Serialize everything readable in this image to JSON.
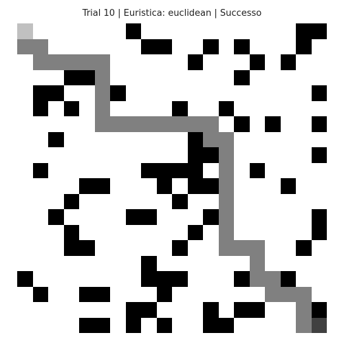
{
  "title": "Trial 10 | Euristica: euclidean | Successo",
  "grid": {
    "rows": 20,
    "cols": 20,
    "legend_codes": {
      "free": 0,
      "wall": 1,
      "path": 2,
      "start": 3,
      "goal": 4
    },
    "colors": {
      "free": "#ffffff",
      "wall": "#000000",
      "path": "#808080",
      "start": "#c0c0c0",
      "goal": "#404040"
    },
    "cells": [
      [
        3,
        0,
        0,
        0,
        0,
        0,
        0,
        1,
        0,
        0,
        0,
        0,
        0,
        0,
        0,
        0,
        0,
        0,
        1,
        1
      ],
      [
        2,
        2,
        0,
        0,
        0,
        0,
        0,
        0,
        1,
        1,
        0,
        0,
        1,
        0,
        1,
        0,
        0,
        0,
        1,
        0
      ],
      [
        0,
        2,
        2,
        2,
        2,
        2,
        0,
        0,
        0,
        0,
        0,
        1,
        0,
        0,
        0,
        1,
        0,
        1,
        0,
        0
      ],
      [
        0,
        0,
        0,
        1,
        1,
        2,
        0,
        0,
        0,
        0,
        0,
        0,
        0,
        0,
        1,
        0,
        0,
        0,
        0,
        0
      ],
      [
        0,
        1,
        1,
        0,
        0,
        2,
        1,
        0,
        0,
        0,
        0,
        0,
        0,
        0,
        0,
        0,
        0,
        0,
        0,
        1
      ],
      [
        0,
        1,
        0,
        1,
        0,
        2,
        0,
        0,
        0,
        0,
        1,
        0,
        0,
        1,
        0,
        0,
        0,
        0,
        0,
        0
      ],
      [
        0,
        0,
        0,
        0,
        0,
        2,
        2,
        2,
        2,
        2,
        2,
        2,
        2,
        0,
        1,
        0,
        1,
        0,
        0,
        1
      ],
      [
        0,
        0,
        1,
        0,
        0,
        0,
        0,
        0,
        0,
        0,
        0,
        1,
        2,
        2,
        0,
        0,
        0,
        0,
        0,
        0
      ],
      [
        0,
        0,
        0,
        0,
        0,
        0,
        0,
        0,
        0,
        0,
        0,
        1,
        1,
        2,
        0,
        0,
        0,
        0,
        0,
        1
      ],
      [
        0,
        1,
        0,
        0,
        0,
        0,
        0,
        0,
        1,
        1,
        1,
        1,
        0,
        2,
        0,
        1,
        0,
        0,
        0,
        0
      ],
      [
        0,
        0,
        0,
        0,
        1,
        1,
        0,
        0,
        0,
        1,
        0,
        1,
        1,
        2,
        0,
        0,
        0,
        1,
        0,
        0
      ],
      [
        0,
        0,
        0,
        1,
        0,
        0,
        0,
        0,
        0,
        0,
        1,
        0,
        0,
        2,
        0,
        0,
        0,
        0,
        0,
        0
      ],
      [
        0,
        0,
        1,
        0,
        0,
        0,
        0,
        1,
        1,
        0,
        0,
        0,
        1,
        2,
        0,
        0,
        0,
        0,
        0,
        1
      ],
      [
        0,
        0,
        0,
        1,
        0,
        0,
        0,
        0,
        0,
        0,
        0,
        1,
        0,
        2,
        0,
        0,
        0,
        0,
        0,
        1
      ],
      [
        0,
        0,
        0,
        1,
        1,
        0,
        0,
        0,
        0,
        0,
        1,
        0,
        0,
        2,
        2,
        2,
        0,
        0,
        1,
        0
      ],
      [
        0,
        0,
        0,
        0,
        0,
        0,
        0,
        0,
        1,
        0,
        0,
        0,
        0,
        0,
        0,
        2,
        0,
        0,
        0,
        0
      ],
      [
        1,
        0,
        0,
        0,
        0,
        0,
        0,
        0,
        1,
        1,
        1,
        0,
        0,
        0,
        1,
        2,
        2,
        1,
        0,
        0
      ],
      [
        0,
        1,
        0,
        0,
        1,
        1,
        0,
        0,
        0,
        1,
        0,
        0,
        0,
        0,
        0,
        0,
        2,
        2,
        2,
        0
      ],
      [
        0,
        0,
        0,
        0,
        0,
        0,
        0,
        1,
        1,
        0,
        0,
        0,
        1,
        0,
        1,
        1,
        0,
        0,
        2,
        1
      ],
      [
        0,
        0,
        0,
        0,
        1,
        1,
        0,
        1,
        0,
        1,
        0,
        0,
        1,
        1,
        0,
        0,
        0,
        0,
        2,
        4
      ]
    ]
  }
}
